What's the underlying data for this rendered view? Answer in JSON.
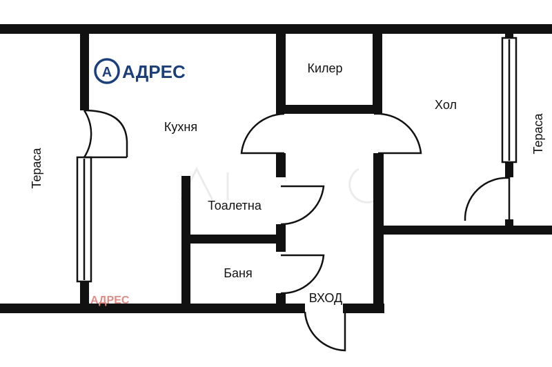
{
  "brand": {
    "logo_text": "АДРЕС",
    "logo_letter": "A",
    "watermark_text": "АДРЕС",
    "brand_color": "#1c3f7a",
    "watermark_color": "#e08b86"
  },
  "rooms": {
    "terrace_left": "Тераса",
    "kitchen": "Кухня",
    "pantry": "Килер",
    "hall": "Хол",
    "terrace_right": "Тераса",
    "toilet": "Тоалетна",
    "bathroom": "Баня",
    "entrance": "ВХОД"
  },
  "colors": {
    "wall": "#111111",
    "background": "#ffffff"
  }
}
